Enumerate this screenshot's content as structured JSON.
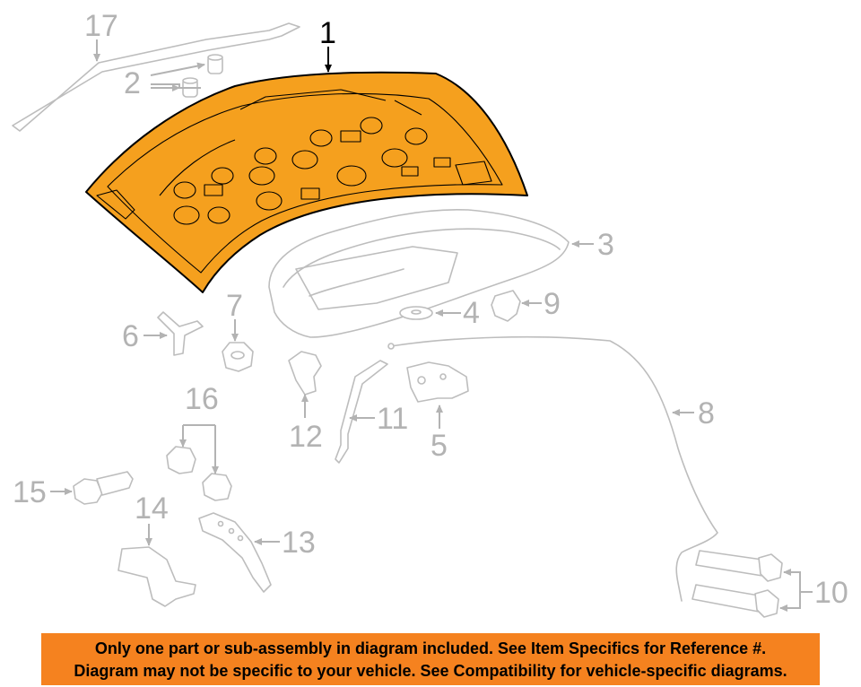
{
  "diagram": {
    "callouts": [
      {
        "id": "1",
        "label": "1"
      },
      {
        "id": "2",
        "label": "2"
      },
      {
        "id": "3",
        "label": "3"
      },
      {
        "id": "4",
        "label": "4"
      },
      {
        "id": "5",
        "label": "5"
      },
      {
        "id": "6",
        "label": "6"
      },
      {
        "id": "7",
        "label": "7"
      },
      {
        "id": "8",
        "label": "8"
      },
      {
        "id": "9",
        "label": "9"
      },
      {
        "id": "10",
        "label": "10"
      },
      {
        "id": "11",
        "label": "11"
      },
      {
        "id": "12",
        "label": "12"
      },
      {
        "id": "13",
        "label": "13"
      },
      {
        "id": "14",
        "label": "14"
      },
      {
        "id": "15",
        "label": "15"
      },
      {
        "id": "16",
        "label": "16"
      },
      {
        "id": "17",
        "label": "17"
      }
    ],
    "highlight_color": "#f5a01e",
    "line_color": "#bdbdbd"
  },
  "banner": {
    "line1": "Only one part or sub-assembly in diagram included. See Item Specifics for Reference #.",
    "line2": "Diagram may not be specific to your vehicle. See Compatibility for vehicle-specific diagrams.",
    "background": "#f5821f"
  }
}
